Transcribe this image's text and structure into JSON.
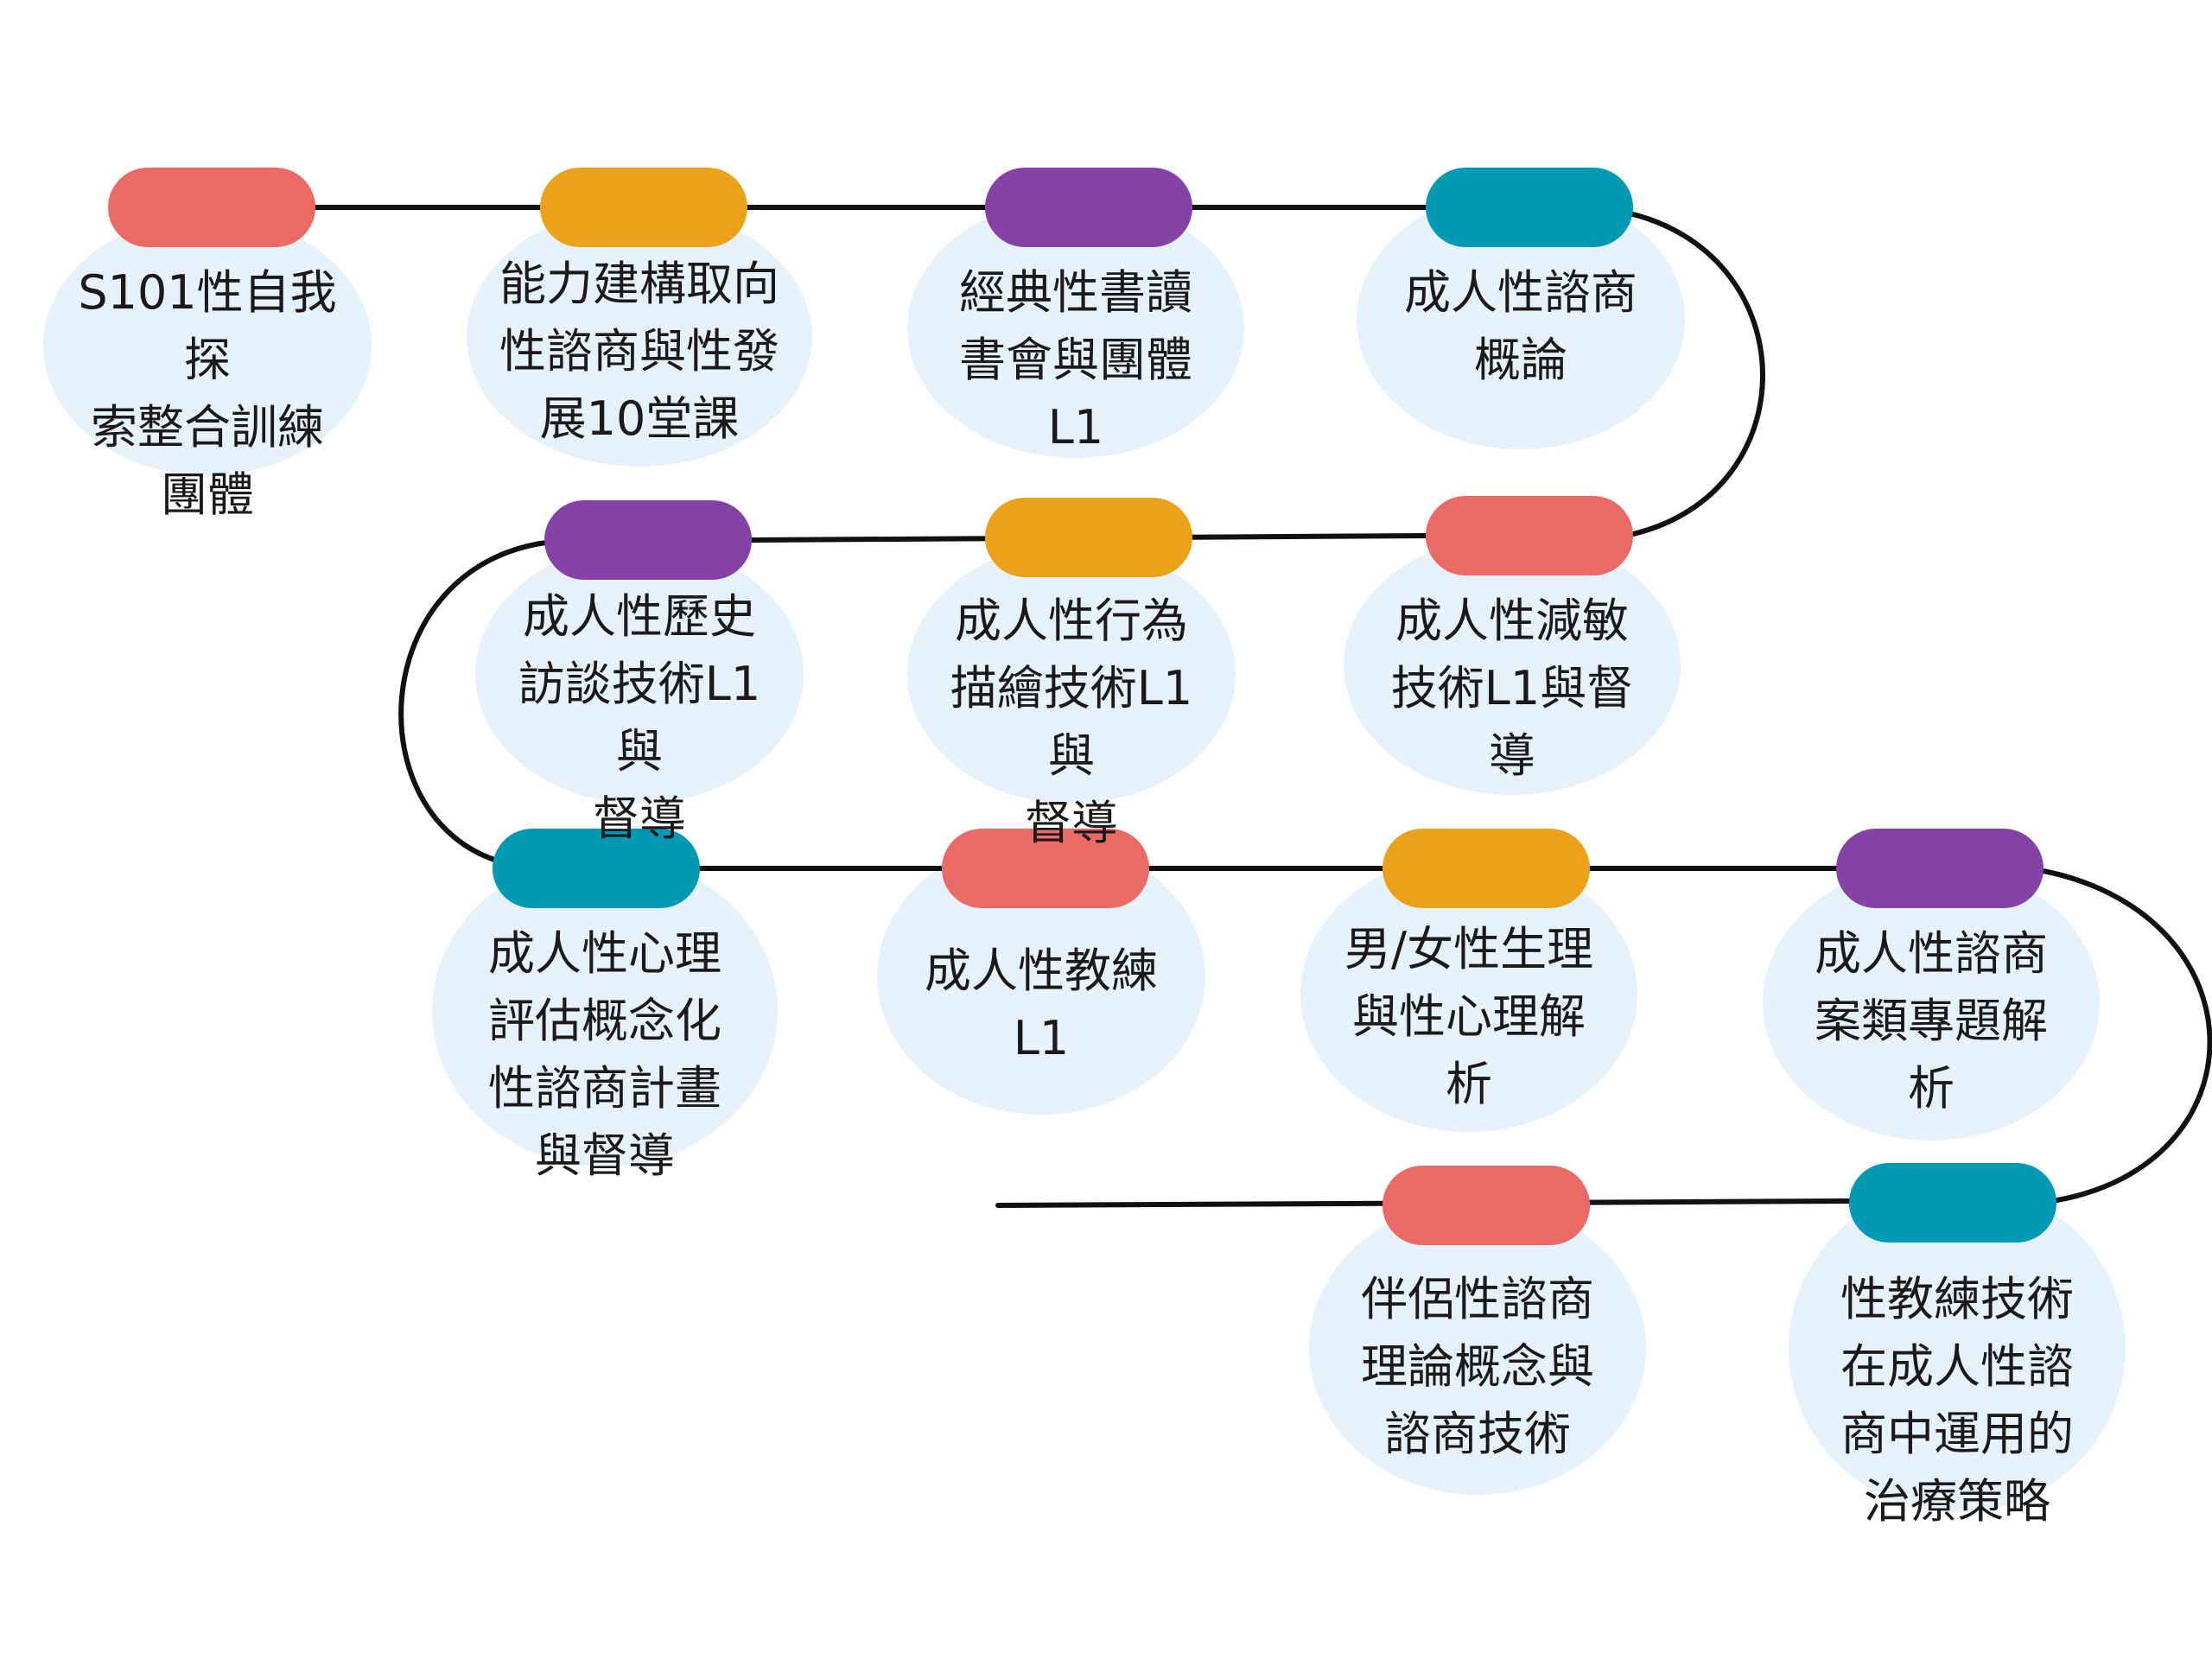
{
  "palette": {
    "coral": "#ec6a66",
    "amber": "#eba21a",
    "purple": "#8441a6",
    "teal": "#0199b4",
    "blob": "#e6f2fb",
    "line": "#111111"
  },
  "steps": [
    {
      "label": "S101性自我探\n索整合訓練\n團體",
      "color": "#ec6a66"
    },
    {
      "label": "能力建構取向\n性諮商與性發\n展10堂課",
      "color": "#eba21a"
    },
    {
      "label": "經典性書讀\n書會與團體L1",
      "color": "#8441a6"
    },
    {
      "label": "成人性諮商\n概論",
      "color": "#0199b4"
    },
    {
      "label": "成人性減敏\n技術L1與督導",
      "color": "#ec6a66"
    },
    {
      "label": "成人性行為\n描繪技術L1與\n督導",
      "color": "#eba21a"
    },
    {
      "label": "成人性歷史\n訪談技術L1與\n督導",
      "color": "#8441a6"
    },
    {
      "label": "成人性心理\n評估概念化\n性諮商計畫\n與督導",
      "color": "#0199b4"
    },
    {
      "label": "成人性教練L1",
      "color": "#ec6a66"
    },
    {
      "label": "男/女性生理\n與性心理解\n析",
      "color": "#eba21a"
    },
    {
      "label": "成人性諮商\n案類專題解\n析",
      "color": "#8441a6"
    },
    {
      "label": "性教練技術\n在成人性諮\n商中運用的\n治療策略",
      "color": "#0199b4"
    },
    {
      "label": "伴侶性諮商\n理論概念與\n諮商技術",
      "color": "#ec6a66"
    }
  ]
}
